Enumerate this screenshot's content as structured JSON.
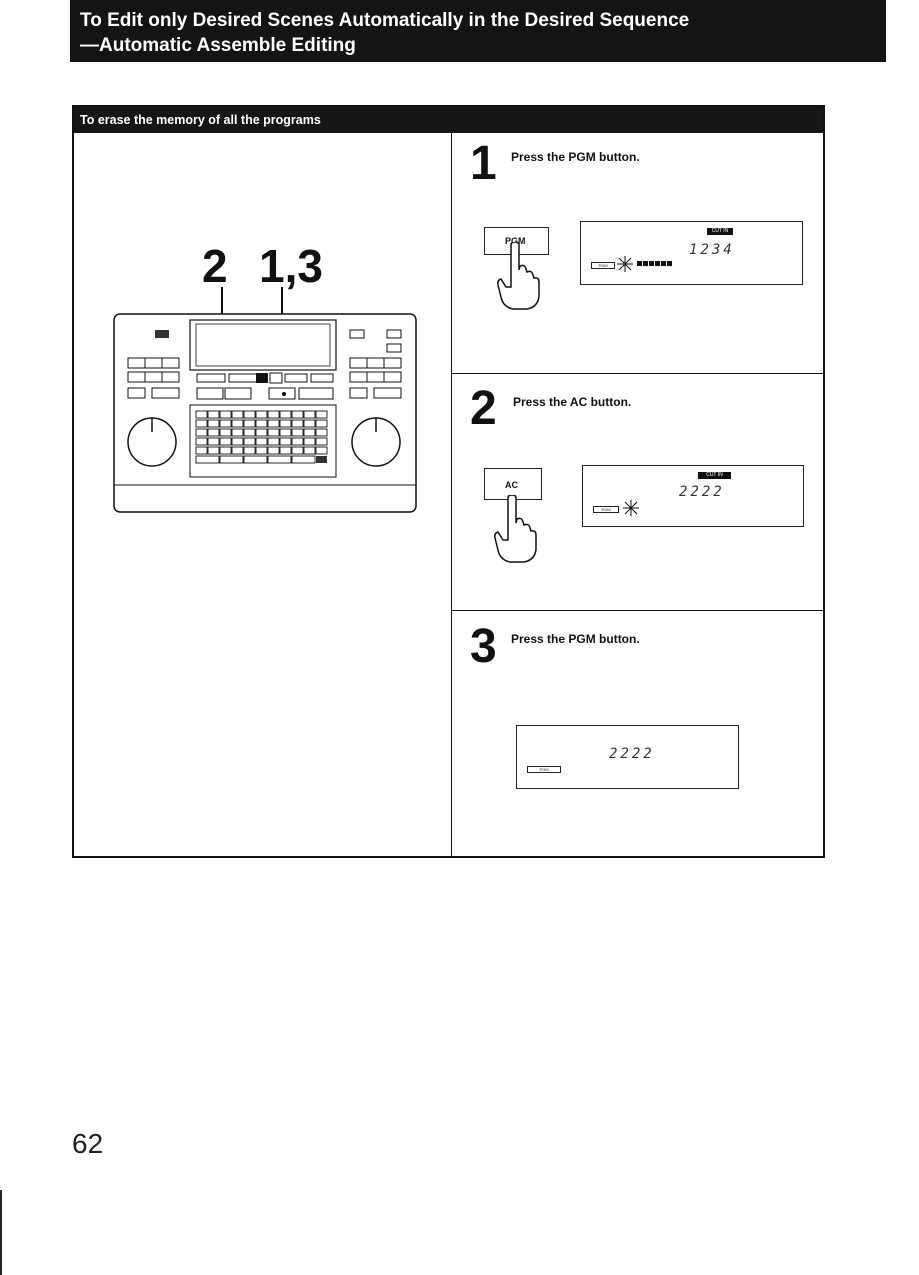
{
  "header": {
    "line1": "To Edit only Desired Scenes Automatically in the Desired Sequence",
    "line2": "—Automatic Assemble Editing"
  },
  "section": {
    "title": "To erase the memory of all the programs"
  },
  "illustration": {
    "callout_left": "2",
    "callout_right": "1,3"
  },
  "steps": [
    {
      "number": "1",
      "text": "Press the PGM button.",
      "button_label": "PGM",
      "display_badge": "CUT IN",
      "display_digits": "1234",
      "display_mode": "PGM"
    },
    {
      "number": "2",
      "text": "Press the AC button.",
      "button_label": "AC",
      "display_badge": "CUT IN",
      "display_digits": "2222",
      "display_mode": "PGM"
    },
    {
      "number": "3",
      "text": "Press the PGM button.",
      "display_digits": "2222",
      "display_mode": "PGM"
    }
  ],
  "footer": {
    "page_number": "62"
  }
}
